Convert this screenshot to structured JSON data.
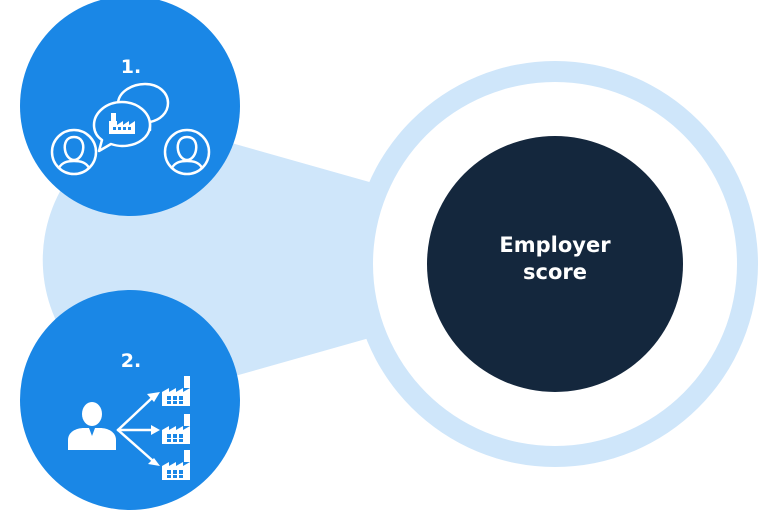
{
  "steps": [
    {
      "number": "1.",
      "icon": "conversation-people-icon"
    },
    {
      "number": "2.",
      "icon": "person-to-factories-icon"
    }
  ],
  "center": {
    "line1": "Employer",
    "line2": "score"
  },
  "colors": {
    "step_blue": "#1a87e6",
    "light_blue": "#cfe6fa",
    "dark_navy": "#14273d",
    "white": "#ffffff"
  }
}
